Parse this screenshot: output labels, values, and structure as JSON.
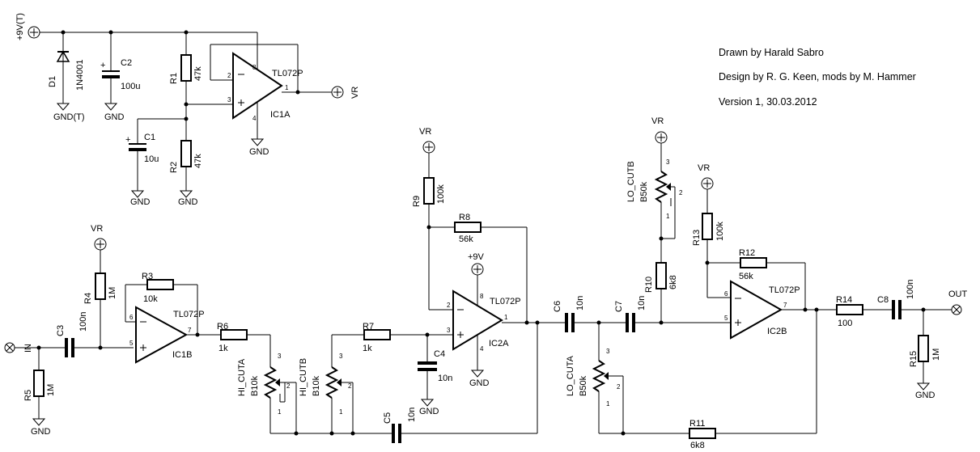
{
  "credits": {
    "drawn_by": "Drawn by Harald Sabro",
    "design_by": "Design by R. G. Keen, mods by M. Hammer",
    "version": "Version 1, 30.03.2012"
  },
  "nets": {
    "supply_t": "+9V(T)",
    "supply": "+9V",
    "vr": "VR",
    "gnd": "GND",
    "gnd_t": "GND(T)",
    "input": "IN",
    "output": "OUT"
  },
  "opamps": {
    "ic1a": {
      "ref": "IC1A",
      "part": "TL072P"
    },
    "ic1b": {
      "ref": "IC1B",
      "part": "TL072P"
    },
    "ic2a": {
      "ref": "IC2A",
      "part": "TL072P"
    },
    "ic2b": {
      "ref": "IC2B",
      "part": "TL072P"
    }
  },
  "diode": {
    "ref": "D1",
    "value": "1N4001"
  },
  "resistors": {
    "r1": {
      "ref": "R1",
      "value": "47k"
    },
    "r2": {
      "ref": "R2",
      "value": "47k"
    },
    "r3": {
      "ref": "R3",
      "value": "10k"
    },
    "r4": {
      "ref": "R4",
      "value": "1M"
    },
    "r5": {
      "ref": "R5",
      "value": "1M"
    },
    "r6": {
      "ref": "R6",
      "value": "1k"
    },
    "r7": {
      "ref": "R7",
      "value": "1k"
    },
    "r8": {
      "ref": "R8",
      "value": "56k"
    },
    "r9": {
      "ref": "R9",
      "value": "100k"
    },
    "r10": {
      "ref": "R10",
      "value": "6k8"
    },
    "r11": {
      "ref": "R11",
      "value": "6k8"
    },
    "r12": {
      "ref": "R12",
      "value": "56k"
    },
    "r13": {
      "ref": "R13",
      "value": "100k"
    },
    "r14": {
      "ref": "R14",
      "value": "100"
    },
    "r15": {
      "ref": "R15",
      "value": "1M"
    }
  },
  "capacitors": {
    "c1": {
      "ref": "C1",
      "value": "10u"
    },
    "c2": {
      "ref": "C2",
      "value": "100u"
    },
    "c3": {
      "ref": "C3",
      "value": "100n"
    },
    "c4": {
      "ref": "C4",
      "value": "10n"
    },
    "c5": {
      "ref": "C5",
      "value": "10n"
    },
    "c6": {
      "ref": "C6",
      "value": "10n"
    },
    "c7": {
      "ref": "C7",
      "value": "10n"
    },
    "c8": {
      "ref": "C8",
      "value": "100n"
    }
  },
  "pots": {
    "hi_cuta": {
      "ref": "HI_CUTA",
      "value": "B10k"
    },
    "hi_cutb": {
      "ref": "HI_CUTB",
      "value": "B10k"
    },
    "lo_cuta": {
      "ref": "LO_CUTA",
      "value": "B50k"
    },
    "lo_cutb": {
      "ref": "LO_CUTB",
      "value": "B50k"
    }
  },
  "pins": {
    "p1": "1",
    "p2": "2",
    "p3": "3",
    "p4": "4",
    "p5": "5",
    "p6": "6",
    "p7": "7",
    "p8": "8"
  }
}
